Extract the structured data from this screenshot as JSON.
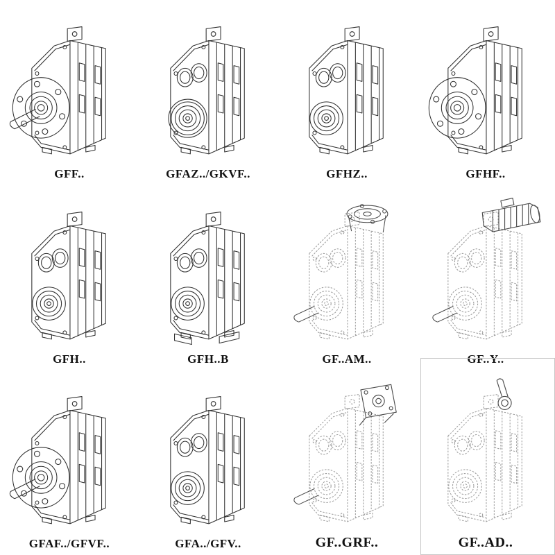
{
  "page": {
    "background": "#ffffff",
    "ink_color": "#2e2e2e",
    "faded_color": "#9b9b9b"
  },
  "catalog": {
    "items": [
      {
        "label": "GFF..",
        "drawing": "flange-output-with-shaft",
        "line_style": "solid"
      },
      {
        "label": "GFAZ../GKVF..",
        "drawing": "hollow-shaft-bearing-face",
        "line_style": "solid"
      },
      {
        "label": "GFHZ..",
        "drawing": "hollow-shaft-bearing-face",
        "line_style": "solid"
      },
      {
        "label": "GFHF..",
        "drawing": "flange-output-hollow",
        "line_style": "solid"
      },
      {
        "label": "GFH..",
        "drawing": "hollow-shaft-bearing-face",
        "line_style": "solid"
      },
      {
        "label": "GFH..B",
        "drawing": "hollow-shaft-with-base-feet",
        "line_style": "solid"
      },
      {
        "label": "GF..AM..",
        "drawing": "iec-adapter-flange-on-top",
        "line_style": "dashed"
      },
      {
        "label": "GF..Y..",
        "drawing": "motor-mounted-on-top",
        "line_style": "dashed"
      },
      {
        "label": "GFAF../GFVF..",
        "drawing": "flange-output-with-shaft",
        "line_style": "solid"
      },
      {
        "label": "GFA../GFV..",
        "drawing": "hollow-shaft-bearing-face",
        "line_style": "solid"
      },
      {
        "label": "GF..GRF..",
        "drawing": "square-adapter-on-top",
        "line_style": "dashed"
      },
      {
        "label": "GF..AD..",
        "drawing": "free-input-shaft-on-top",
        "line_style": "dashed"
      }
    ]
  }
}
